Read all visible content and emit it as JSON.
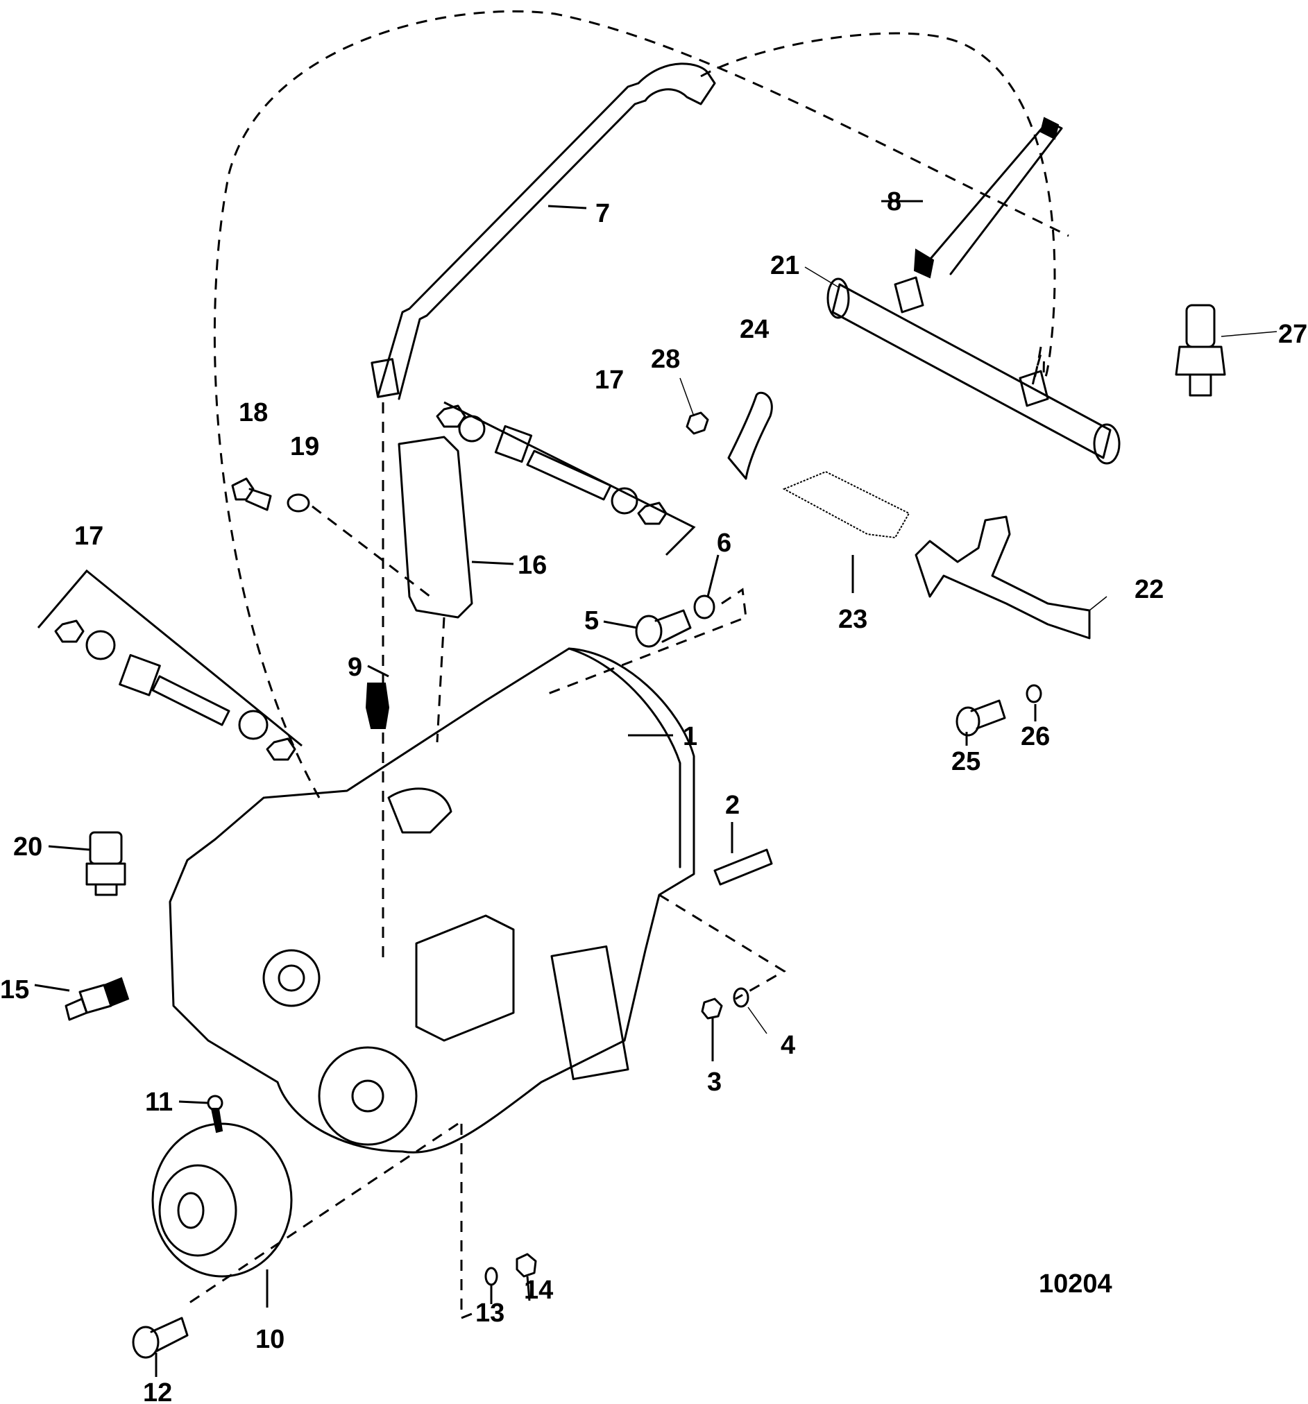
{
  "figure": {
    "title": "Transmission exploded parts diagram",
    "figure_number": "10204"
  },
  "callouts": [
    {
      "id": "1",
      "part": "transmission-housing"
    },
    {
      "id": "2",
      "part": "dowel-pin"
    },
    {
      "id": "3",
      "part": "nut"
    },
    {
      "id": "4",
      "part": "washer"
    },
    {
      "id": "5",
      "part": "bolt"
    },
    {
      "id": "6",
      "part": "washer"
    },
    {
      "id": "7",
      "part": "oil-line-hose"
    },
    {
      "id": "8",
      "part": "oil-line-pipe"
    },
    {
      "id": "9",
      "part": "fitting"
    },
    {
      "id": "10",
      "part": "drive-flange"
    },
    {
      "id": "11",
      "part": "screw"
    },
    {
      "id": "12",
      "part": "bolt"
    },
    {
      "id": "13",
      "part": "washer"
    },
    {
      "id": "14",
      "part": "nut"
    },
    {
      "id": "15",
      "part": "sender"
    },
    {
      "id": "16",
      "part": "mounting-plate"
    },
    {
      "id": "17",
      "part": "mount-hardware-kit"
    },
    {
      "id": "18",
      "part": "bolt"
    },
    {
      "id": "19",
      "part": "lock-washer"
    },
    {
      "id": "20",
      "part": "switch"
    },
    {
      "id": "21",
      "part": "oil-cooler"
    },
    {
      "id": "22",
      "part": "bracket"
    },
    {
      "id": "23",
      "part": "insulator-strip"
    },
    {
      "id": "24",
      "part": "clamp"
    },
    {
      "id": "25",
      "part": "bolt"
    },
    {
      "id": "26",
      "part": "washer"
    },
    {
      "id": "27",
      "part": "sensor"
    },
    {
      "id": "28",
      "part": "nut"
    }
  ],
  "labels": {
    "c1": "1",
    "c2": "2",
    "c3": "3",
    "c4": "4",
    "c5": "5",
    "c6": "6",
    "c7": "7",
    "c8": "8",
    "c9": "9",
    "c10": "10",
    "c11": "11",
    "c12": "12",
    "c13": "13",
    "c14": "14",
    "c15": "15",
    "c16": "16",
    "c17a": "17",
    "c17b": "17",
    "c18": "18",
    "c19": "19",
    "c20": "20",
    "c21": "21",
    "c22": "22",
    "c23": "23",
    "c24": "24",
    "c25": "25",
    "c26": "26",
    "c27": "27",
    "c28": "28"
  }
}
